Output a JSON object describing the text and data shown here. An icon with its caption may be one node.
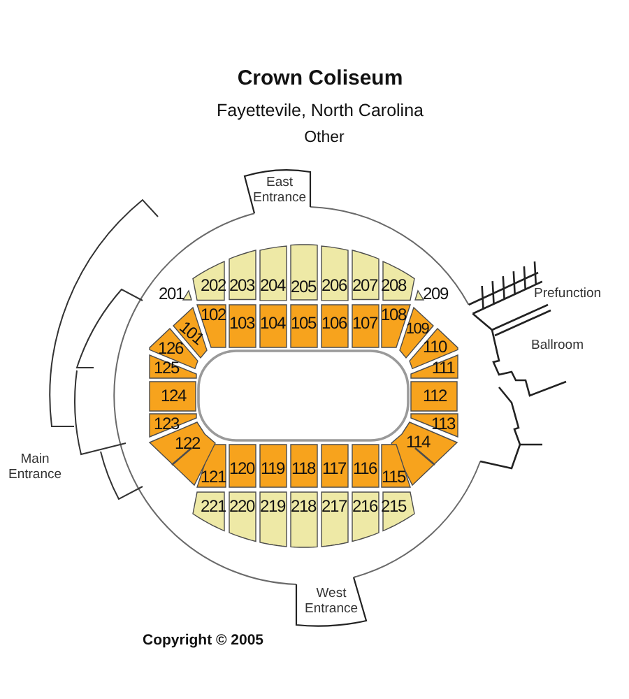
{
  "diagram": {
    "title": "Crown Coliseum",
    "caption": "Copyright © 2005",
    "nodes": [
      {
        "text": [
          "East Entrance"
        ]
      },
      {
        "text": [
          "201"
        ]
      },
      {
        "text": [
          "202"
        ]
      },
      {
        "text": [
          "203"
        ]
      },
      {
        "text": [
          "204"
        ]
      },
      {
        "text": [
          "205"
        ]
      },
      {
        "text": [
          "206"
        ]
      },
      {
        "text": [
          "207"
        ]
      },
      {
        "text": [
          "208"
        ]
      },
      {
        "text": [
          "209"
        ]
      },
      {
        "text": [
          "101"
        ]
      },
      {
        "text": [
          "102"
        ]
      },
      {
        "text": [
          "103"
        ]
      },
      {
        "text": [
          "104"
        ]
      },
      {
        "text": [
          "105"
        ]
      },
      {
        "text": [
          "106"
        ]
      },
      {
        "text": [
          "107"
        ]
      },
      {
        "text": [
          "108"
        ]
      },
      {
        "text": [
          "109"
        ]
      },
      {
        "text": [
          "110"
        ]
      },
      {
        "text": [
          "111"
        ]
      },
      {
        "text": [
          "112"
        ]
      },
      {
        "text": [
          "113"
        ]
      },
      {
        "text": [
          "114"
        ]
      },
      {
        "text": [
          "115"
        ]
      },
      {
        "text": [
          "116"
        ]
      },
      {
        "text": [
          "117"
        ]
      },
      {
        "text": [
          "118"
        ]
      },
      {
        "text": [
          "119"
        ]
      },
      {
        "text": [
          "120"
        ]
      },
      {
        "text": [
          "121"
        ]
      },
      {
        "text": [
          "122"
        ]
      },
      {
        "text": [
          "123"
        ]
      },
      {
        "text": [
          "124"
        ]
      },
      {
        "text": [
          "125"
        ]
      },
      {
        "text": [
          "126"
        ]
      },
      {
        "text": [],
        "shape": "box"
      },
      {
        "text": [
          "215"
        ]
      },
      {
        "text": [
          "216"
        ]
      },
      {
        "text": [
          "217"
        ]
      },
      {
        "text": [
          "218"
        ]
      },
      {
        "text": [
          "219"
        ]
      },
      {
        "text": [
          "220"
        ]
      },
      {
        "text": [
          "221"
        ]
      },
      {
        "text": [
          "West Entrance"
        ]
      }
    ],
    "labels": [
      "Fayettevile, North Carolina",
      "Other",
      "Prefunction",
      "Ballroom",
      "Main Entrance"
    ]
  }
}
